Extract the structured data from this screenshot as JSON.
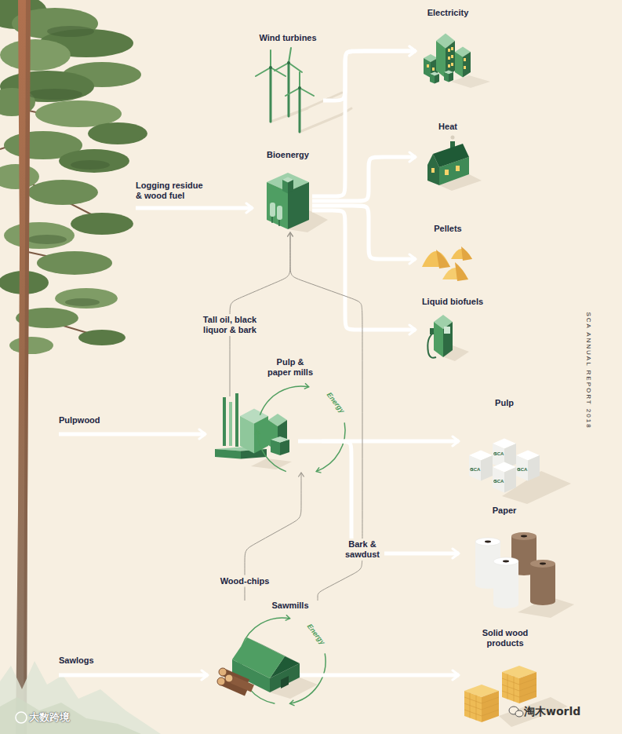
{
  "diagram": {
    "nodes": [
      {
        "text": [
          "Electricity"
        ]
      },
      {
        "text": [
          "Wind turbines"
        ]
      },
      {
        "text": [
          "Heat"
        ]
      },
      {
        "text": [
          "Bioenergy"
        ]
      },
      {
        "text": [
          "Pellets"
        ]
      },
      {
        "text": [
          "Liquid biofuels"
        ]
      },
      {
        "text": [
          "Pulp & paper mills"
        ]
      },
      {
        "text": [
          "Pulp"
        ]
      },
      {
        "text": [
          "Paper"
        ]
      },
      {
        "text": [
          "Sawmills"
        ]
      },
      {
        "text": [
          "Solid wood products"
        ]
      }
    ],
    "edges": [
      {
        "from": 1,
        "to": 0,
        "arrow": "to"
      },
      {
        "from": 3,
        "to": 0,
        "arrow": "to"
      },
      {
        "from": 3,
        "to": 2,
        "arrow": "to"
      },
      {
        "from": 3,
        "to": 4,
        "arrow": "to"
      },
      {
        "from": 3,
        "to": 5,
        "arrow": "to"
      },
      {
        "from": 6,
        "to": 3,
        "arrow": "to",
        "label": "Tall oil, black liquor & bark"
      },
      {
        "from": 9,
        "to": 3,
        "arrow": "to",
        "label": "Bark & sawdust"
      },
      {
        "from": 9,
        "to": 6,
        "arrow": "to",
        "label": "Wood-chips"
      },
      {
        "from": 6,
        "to": 7,
        "arrow": "to"
      },
      {
        "from": 6,
        "to": 8,
        "arrow": "to"
      },
      {
        "from": 9,
        "to": 10,
        "arrow": "to"
      }
    ],
    "labels": [
      "Logging residue & wood fuel",
      "Pulpwood",
      "Sawlogs",
      "Energy",
      "Energy",
      "SCA ANNUAL REPORT 2018",
      "SCA",
      "SCA",
      "SCA",
      "SCA",
      "大数跨境",
      "淘木world"
    ]
  }
}
